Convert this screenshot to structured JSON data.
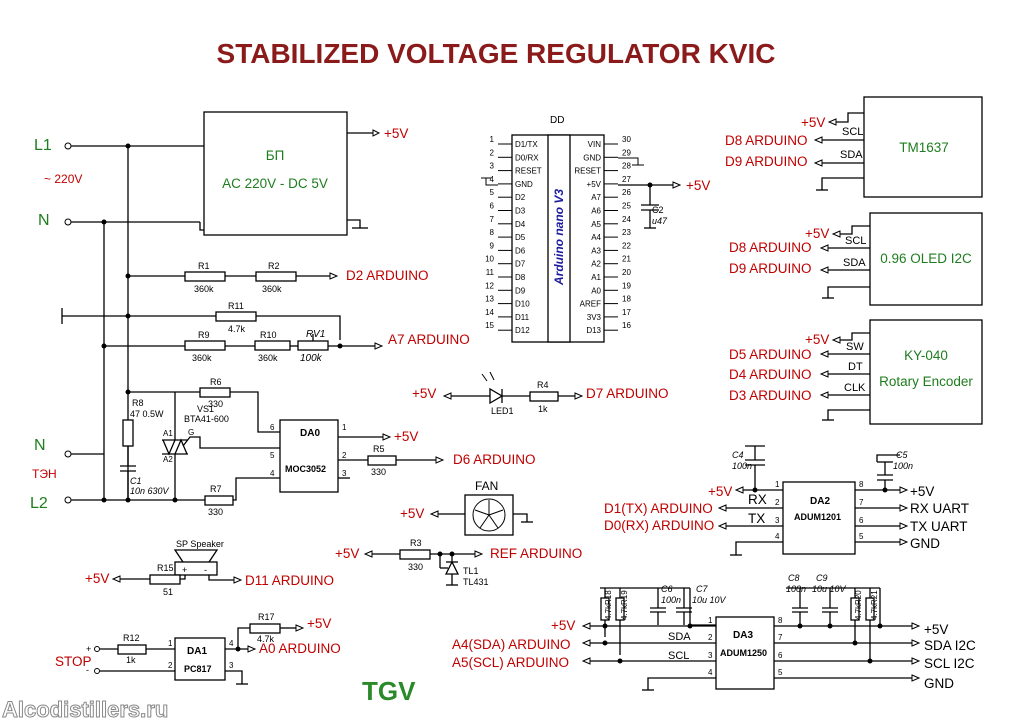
{
  "title": "STABILIZED VOLTAGE REGULATOR KVIC",
  "signature": "TGV",
  "watermark": "Alcodistillers.ru",
  "colors": {
    "title": "#8b1a1a",
    "net": "#c00000",
    "label": "#1e7d1e",
    "signature": "#2a8a2a"
  },
  "mains": {
    "l1": "L1",
    "n_top": "N",
    "voltage": "~ 220V",
    "n_bottom": "N",
    "heater": "ТЭН",
    "l2": "L2"
  },
  "psu": {
    "name": "БП",
    "spec": "AC 220V - DC 5V",
    "out": "+5V"
  },
  "divider": {
    "r1": "R1",
    "r1_val": "360k",
    "r2": "R2",
    "r2_val": "360k",
    "net": "D2 ARDUINO",
    "r11": "R11",
    "r11_val": "4.7k",
    "r9": "R9",
    "r9_val": "360k",
    "r10": "R10",
    "r10_val": "360k",
    "rv1": "RV1",
    "rv1_val": "100k",
    "net2": "A7 ARDUINO"
  },
  "arduino": {
    "ref": "DD",
    "name": "Arduino nano V3",
    "left": [
      [
        "1",
        "D1/TX"
      ],
      [
        "2",
        "D0/RX"
      ],
      [
        "3",
        "RESET"
      ],
      [
        "4",
        "GND"
      ],
      [
        "5",
        "D2"
      ],
      [
        "6",
        "D3"
      ],
      [
        "7",
        "D4"
      ],
      [
        "8",
        "D5"
      ],
      [
        "9",
        "D6"
      ],
      [
        "10",
        "D7"
      ],
      [
        "11",
        "D8"
      ],
      [
        "12",
        "D9"
      ],
      [
        "13",
        "D10"
      ],
      [
        "14",
        "D11"
      ],
      [
        "15",
        "D12"
      ]
    ],
    "right": [
      [
        "30",
        "VIN"
      ],
      [
        "29",
        "GND"
      ],
      [
        "28",
        "RESET"
      ],
      [
        "27",
        "+5V"
      ],
      [
        "26",
        "A7"
      ],
      [
        "25",
        "A6"
      ],
      [
        "24",
        "A5"
      ],
      [
        "23",
        "A4"
      ],
      [
        "22",
        "A3"
      ],
      [
        "21",
        "A2"
      ],
      [
        "20",
        "A1"
      ],
      [
        "19",
        "A0"
      ],
      [
        "18",
        "AREF"
      ],
      [
        "17",
        "3V3"
      ],
      [
        "16",
        "D13"
      ]
    ],
    "c2": "C2",
    "c2_val": "u47",
    "out": "+5V"
  },
  "tm1637": {
    "name": "TM1637",
    "v": "+5V",
    "scl": "SCL",
    "sda": "SDA",
    "d8": "D8 ARDUINO",
    "d9": "D9 ARDUINO"
  },
  "oled": {
    "name": "0.96 OLED I2C",
    "v": "+5V",
    "scl": "SCL",
    "sda": "SDA",
    "d8": "D8 ARDUINO",
    "d9": "D9 ARDUINO"
  },
  "encoder": {
    "name": "KY-040",
    "name2": "Rotary Encoder",
    "v": "+5V",
    "sw": "SW",
    "dt": "DT",
    "clk": "CLK",
    "d5": "D5 ARDUINO",
    "d4": "D4 ARDUINO",
    "d3": "D3 ARDUINO"
  },
  "led": {
    "v": "+5V",
    "led": "LED1",
    "r4": "R4",
    "r4_val": "1k",
    "net": "D7 ARDUINO"
  },
  "triac": {
    "r8": "R8",
    "r8_val": "47 0.5W",
    "r6": "R6",
    "r6_val": "330",
    "vs1": "VS1",
    "vs1_type": "BTA41-600",
    "g": "G",
    "a1": "A1",
    "a2": "A2",
    "c1": "C1",
    "c1_val": "10n 630V",
    "r7": "R7",
    "r7_val": "330"
  },
  "moc": {
    "ref": "DA0",
    "name": "MOC3052",
    "p1": "1",
    "p2": "2",
    "p3": "3",
    "p4": "4",
    "p5": "5",
    "p6": "6",
    "v": "+5V",
    "r5": "R5",
    "r5_val": "330",
    "net": "D6 ARDUINO"
  },
  "fan": {
    "label": "FAN",
    "v": "+5V"
  },
  "ref": {
    "v": "+5V",
    "r3": "R3",
    "r3_val": "330",
    "tl1": "TL1",
    "tl1_type": "TL431",
    "net": "REF ARDUINO"
  },
  "speaker": {
    "label": "SP  Speaker",
    "plus": "+",
    "minus": "-",
    "v": "+5V",
    "r15": "R15",
    "r15_val": "51",
    "net": "D11 ARDUINO"
  },
  "da1": {
    "ref": "DA1",
    "name": "PC817",
    "stop": "STOP",
    "plus": "+",
    "minus": "-",
    "r12": "R12",
    "r12_val": "1k",
    "r17": "R17",
    "r17_val": "4.7k",
    "v": "+5V",
    "net": "A0 ARDUINO",
    "p1": "1",
    "p2": "2",
    "p3": "3",
    "p4": "4"
  },
  "da2": {
    "ref": "DA2",
    "name": "ADUM1201",
    "c4": "C4",
    "c4_val": "100n",
    "c5": "C5",
    "c5_val": "100n",
    "v_in": "+5V",
    "rx": "RX",
    "tx": "TX",
    "d1": "D1(TX) ARDUINO",
    "d0": "D0(RX) ARDUINO",
    "v_out": "+5V",
    "rx_uart": "RX UART",
    "tx_uart": "TX UART",
    "gnd": "GND",
    "pins": [
      "1",
      "2",
      "3",
      "4",
      "8",
      "7",
      "6",
      "5"
    ]
  },
  "da3": {
    "ref": "DA3",
    "name": "ADUM1250",
    "r18": "R18",
    "r18_val": "4.7k",
    "r19": "R19",
    "r19_val": "4.7k",
    "c6": "C6",
    "c6_val": "100n",
    "c7": "C7",
    "c7_val": "10u 10V",
    "c8": "C8",
    "c8_val": "100n",
    "c9": "C9",
    "c9_val": "10u 10V",
    "r20": "R20",
    "r20_val": "4.7k",
    "r21": "R21",
    "r21_val": "4.7k",
    "v_in": "+5V",
    "sda": "SDA",
    "scl": "SCL",
    "a4": "A4(SDA) ARDUINO",
    "a5": "A5(SCL) ARDUINO",
    "v_out": "+5V",
    "sda_i2c": "SDA I2C",
    "scl_i2c": "SCL I2C",
    "gnd": "GND",
    "pins": [
      "1",
      "2",
      "3",
      "4",
      "8",
      "7",
      "6",
      "5"
    ]
  }
}
